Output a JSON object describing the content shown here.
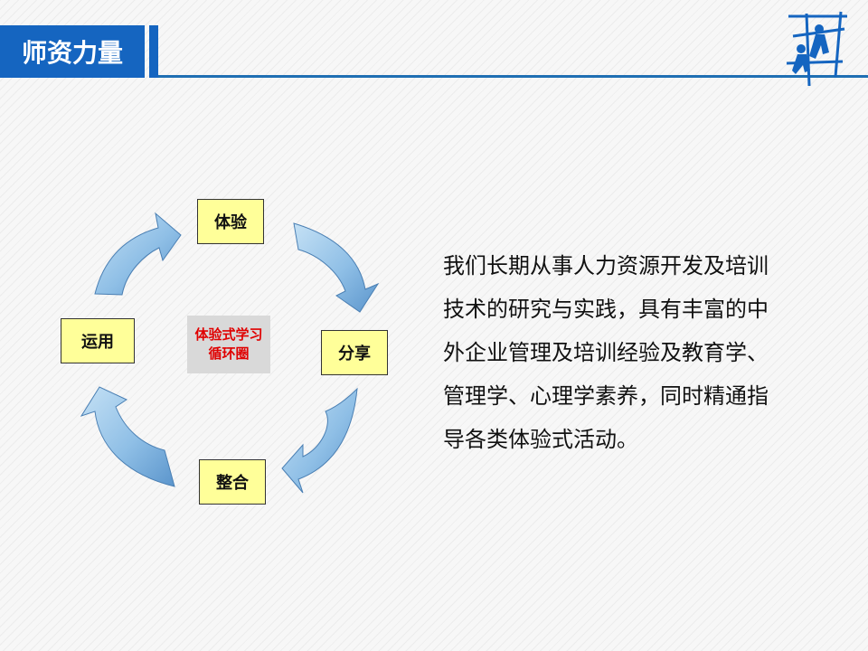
{
  "header": {
    "title": "师资力量"
  },
  "logo": {
    "icon": "climbing-figures-icon",
    "color": "#1565c0"
  },
  "cycle": {
    "center": "体验式学习循环圈",
    "nodes": {
      "top": "体验",
      "right": "分享",
      "bottom": "整合",
      "left": "运用"
    }
  },
  "description": "我们长期从事人力资源开发及培训技术的研究与实践，具有丰富的中外企业管理及培训经验及教育学、管理学、心理学素养，同时精通指导各类体验式活动。"
}
